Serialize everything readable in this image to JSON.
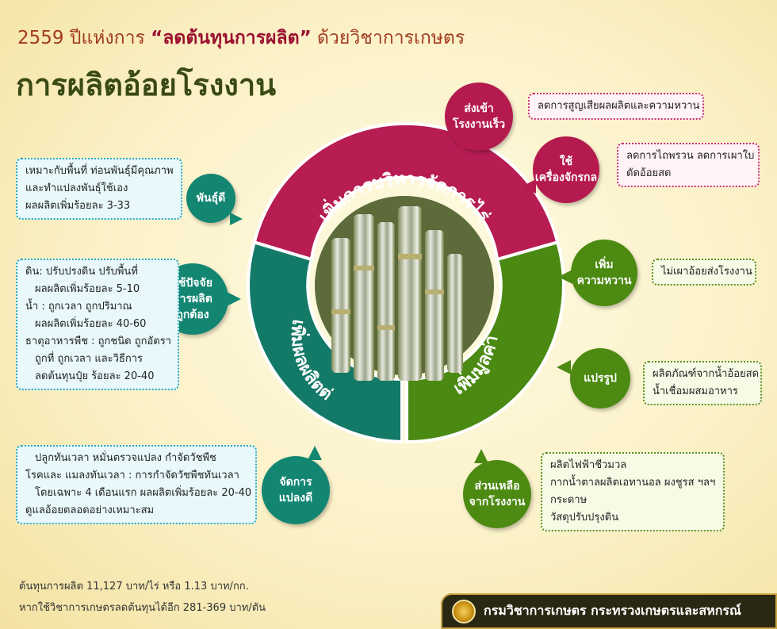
{
  "header": {
    "subtitle_pre": "2559 ปีแห่งการ ",
    "subtitle_quote": "“ลดต้นทุนการผลิต”",
    "subtitle_post": " ด้วยวิชาการเกษตร",
    "title": "การผลิตอ้อยโรงงาน"
  },
  "ring": {
    "top_label": "เพิ่มการบริหารจัดการไร่",
    "left_label": "เพิ่มผลผลิตต่อไร่",
    "right_label": "เพิ่มมูลค่า",
    "colors": {
      "top": "#b71c53",
      "left": "#147a68",
      "right": "#4a8a12",
      "center": "#cfd8c4"
    }
  },
  "bubbles": {
    "variety": "พันธุ์ดี",
    "inputs": "ใช้ปัจจัย\nการผลิต\nถูกต้อง",
    "plot": "จัดการ\nแปลงดี",
    "fast": "ส่งเข้า\nโรงงานเร็ว",
    "machine": "ใช้\nเครื่องจักรกล",
    "sweet": "เพิ่ม\nความหวาน",
    "process": "แปรรูป",
    "residue": "ส่วนเหลือ\nจากโรงงาน"
  },
  "boxes": {
    "variety": [
      "เหมาะกับพื้นที่ ท่อนพันธุ์มีคุณภาพ",
      "และทำแปลงพันธุ์ใช้เอง",
      "ผลผลิตเพิ่มร้อยละ 3-33"
    ],
    "inputs": [
      "ดิน: ปรับปรงดิน ปรับพื้นที่",
      "ผลผลิตเพิ่มร้อยละ 5-10",
      "น้ำ : ถูกเวลา ถูกปริมาณ",
      "ผลผลิตเพิ่มร้อยละ 40-60",
      "ธาตุอาหารพืช : ถูกชนิด ถูกอัตรา",
      "ถูกที่ ถูกเวลา และวิธีการ",
      "ลดต้นทุนปุ๋ย ร้อยละ 20-40"
    ],
    "plot": [
      "ปลูกทันเวลา หมั่นตรวจแปลง กำจัดวัชพืช",
      "โรคและ แมลงทันเวลา : การกำจัดวัชพืชทันเวลา",
      "โดยเฉพาะ 4 เดือนแรก ผลผลิตเพิ่มร้อยละ 20-40",
      "ดูแลอ้อยตลอดอย่างเหมาะสม"
    ],
    "fast": [
      "ลดการสูญเสียผลผลิตและความหวาน"
    ],
    "machine": [
      "ลดการไถพรวน ลดการเผาใบ",
      "ตัดอ้อยสด"
    ],
    "sweet": [
      "ไม่เผาอ้อยส่งโรงงาน"
    ],
    "process": [
      "ผลิตภัณฑ์จากน้ำอ้อยสด",
      "น้ำเชื่อมผสมอาหาร"
    ],
    "residue": [
      "ผลิตไฟฟ้าชีวมวล",
      "กากน้ำตาลผลิตเอทานอล ผงชูรส ฯลฯ",
      "กระดาษ",
      "วัสดุปรับปรุงดิน"
    ]
  },
  "footer": {
    "cost_line": "ต้นทุนการผลิต 11,127 บาท/ไร่ หรือ 1.13 บาท/กก.",
    "save_line": "หากใช้วิชาการเกษตรลดต้นทุนได้อีก 281-369 บาท/ตัน",
    "department": "กรมวิชาการเกษตร กระทรวงเกษตรและสหกรณ์"
  }
}
